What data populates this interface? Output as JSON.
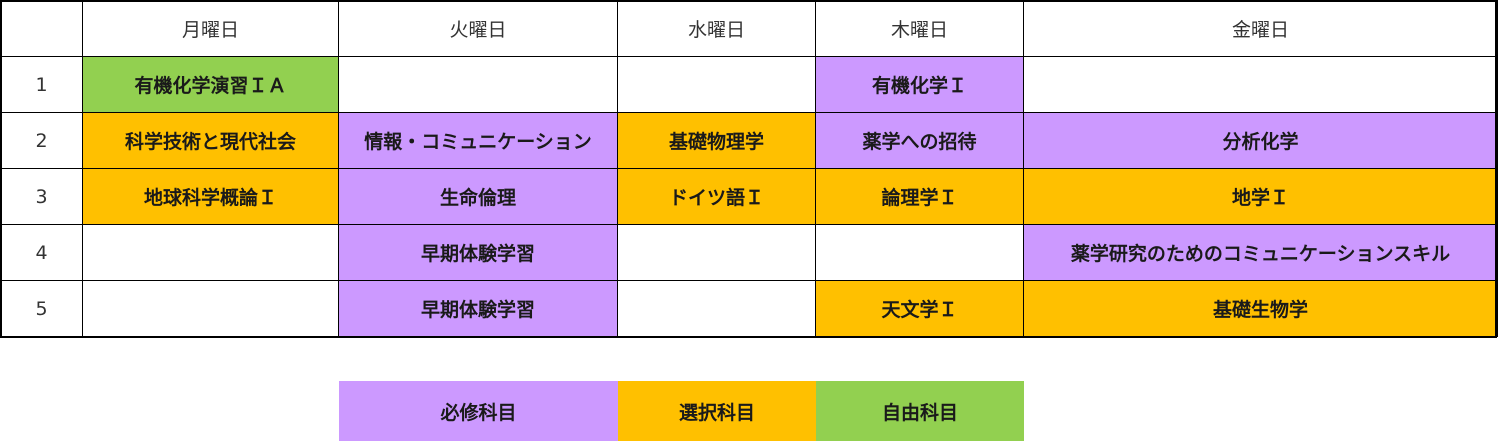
{
  "header": {
    "corner": "",
    "days": [
      "月曜日",
      "火曜日",
      "水曜日",
      "木曜日",
      "金曜日"
    ]
  },
  "periods": [
    "1",
    "2",
    "3",
    "4",
    "5"
  ],
  "timetable": [
    [
      "有機化学演習ＩＡ",
      "",
      "",
      "有機化学Ｉ",
      ""
    ],
    [
      "科学技術と現代社会",
      "情報・コミュニケーション",
      "基礎物理学",
      "薬学への招待",
      "分析化学"
    ],
    [
      "地球科学概論Ｉ",
      "生命倫理",
      "ドイツ語Ｉ",
      "論理学Ｉ",
      "地学Ｉ"
    ],
    [
      "",
      "早期体験学習",
      "",
      "",
      "薬学研究のためのコミュニケーションスキル"
    ],
    [
      "",
      "早期体験学習",
      "",
      "天文学Ｉ",
      "基礎生物学"
    ]
  ],
  "legend": {
    "required": "必修科目",
    "elective": "選択科目",
    "free": "自由科目"
  },
  "colors": {
    "required": "#cc99ff",
    "elective": "#ffc000",
    "free": "#92d050"
  }
}
